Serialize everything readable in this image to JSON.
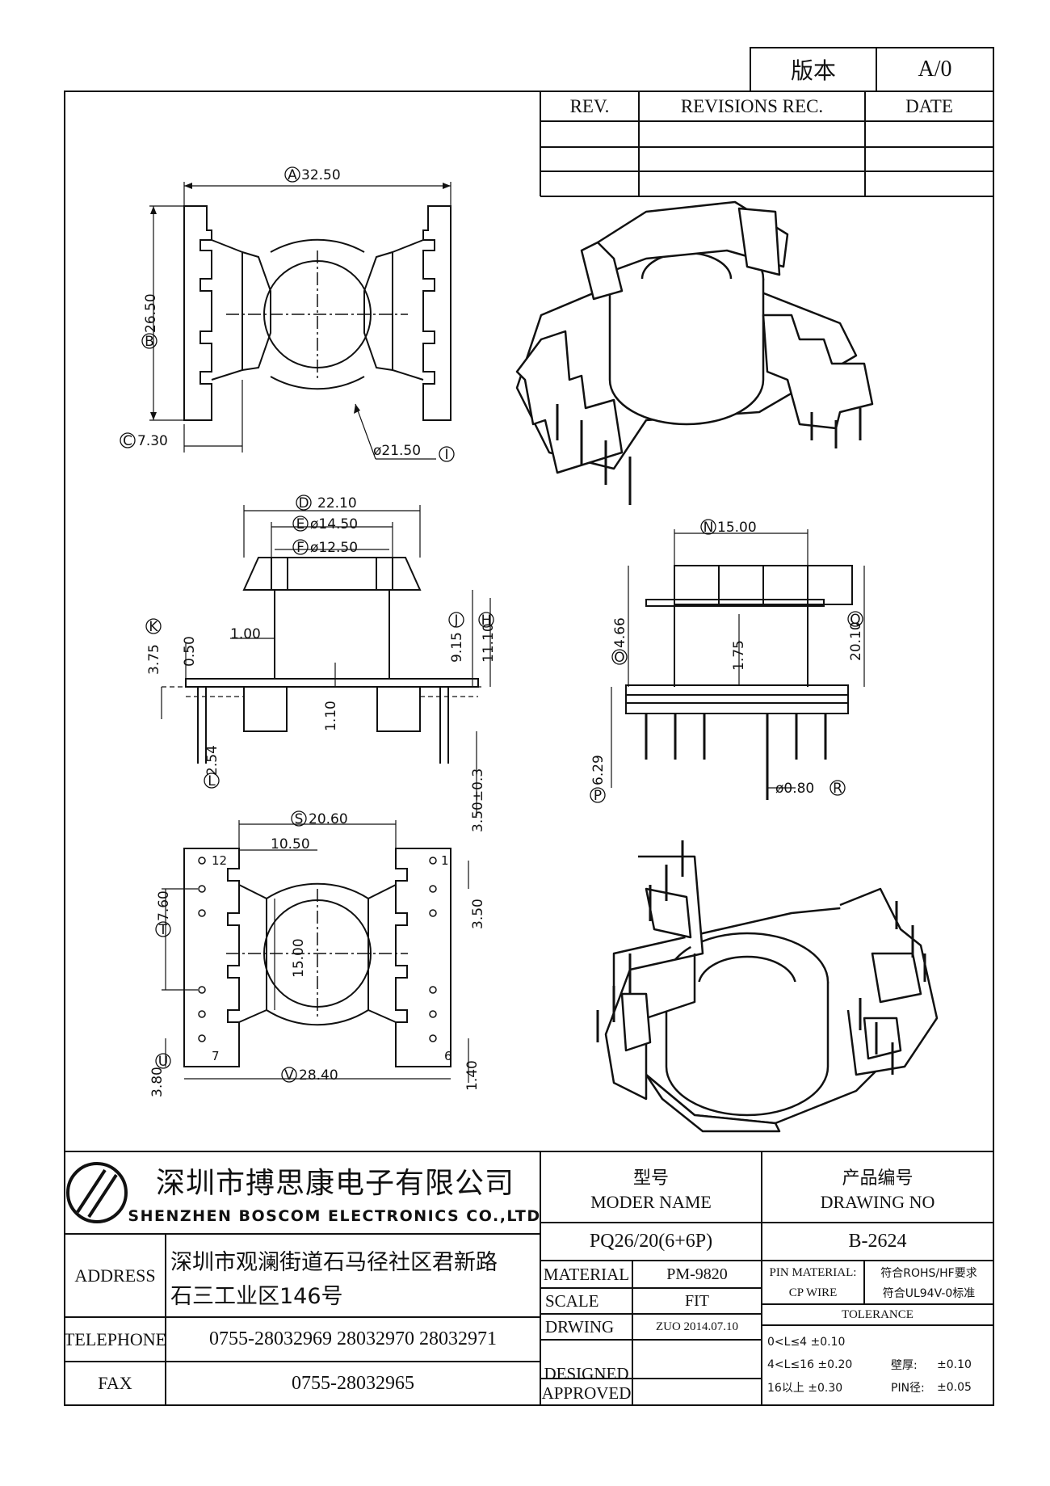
{
  "version_box": {
    "label": "版本",
    "value": "A/0"
  },
  "revisions": {
    "col_rev": "REV.",
    "col_rec": "REVISIONS REC.",
    "col_date": "DATE"
  },
  "dims": {
    "A": "A",
    "A_val": "32.50",
    "B": "B",
    "B_val": "26.50",
    "C": "C",
    "C_val": "7.30",
    "I": "I",
    "I_val": "ø21.50",
    "D": "D",
    "D_val": "22.10",
    "E": "E",
    "E_val": "ø14.50",
    "F": "F",
    "F_val": "ø12.50",
    "K": "K",
    "K_val": "3.75",
    "v050": "0.50",
    "v100": "1.00",
    "J": "J",
    "J_val": "9.15",
    "H": "H",
    "H_val": "11.10",
    "v110": "1.10",
    "L": "L",
    "L_val": "2.54",
    "v350": "3.50±0.3",
    "N": "N",
    "N_val": "15.00",
    "O": "O",
    "O_val": "4.66",
    "v175": "1.75",
    "Q": "Q",
    "Q_val": "20.10",
    "P": "P",
    "P_val": "6.29",
    "R": "R",
    "R_val": "ø0.80",
    "S": "S",
    "S_val": "20.60",
    "v1050": "10.50",
    "T": "T",
    "T_val": "7.60",
    "v1500": "15.00",
    "v350b": "3.50",
    "U": "U",
    "U_val": "3.80",
    "V": "V",
    "V_val": "28.40",
    "v140": "1.40"
  },
  "pins": {
    "p12": "12",
    "p1": "1",
    "p7": "7",
    "p6": "6"
  },
  "title_block": {
    "company_cn": "深圳市搏思康电子有限公司",
    "company_en": "SHENZHEN BOSCOM ELECTRONICS CO.,LTD",
    "address_label": "ADDRESS",
    "address_line1": "深圳市观澜街道石马径社区君新路",
    "address_line2": "石三工业区146号",
    "telephone_label": "TELEPHONE",
    "telephone_value": "0755-28032969 28032970 28032971",
    "fax_label": "FAX",
    "fax_value": "0755-28032965",
    "model_cn": "型号",
    "model_en": "MODER NAME",
    "model_value": "PQ26/20(6+6P)",
    "drawing_cn": "产品编号",
    "drawing_en": "DRAWING NO",
    "drawing_value": "B-2624",
    "material_label": "MATERIAL",
    "material_value": "PM-9820",
    "scale_label": "SCALE",
    "scale_value": "FIT",
    "drwing_label": "DRWING",
    "drwing_value": "ZUO 2014.07.10",
    "designed_label": "DESIGNED",
    "approved_label": "APPROVED",
    "pin_material": "PIN MATERIAL:",
    "pin_material_value": "符合ROHS/HF要求",
    "cp_wire": "CP WIRE",
    "cp_wire_value": "符合UL94V-0标准",
    "tolerance_label": "TOLERANCE",
    "tol_line1": "0<L≤4 ±0.10",
    "tol_line2": "4<L≤16 ±0.20",
    "tol_line3": "16以上 ±0.30",
    "wall_label": "壁厚:",
    "wall_value": "±0.10",
    "pin_dia_label": "PIN径:",
    "pin_dia_value": "±0.05"
  }
}
